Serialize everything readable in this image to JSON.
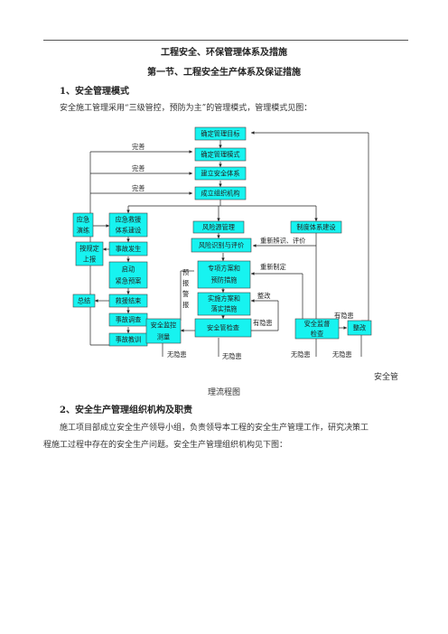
{
  "title": "工程安全、环保管理体系及措施",
  "subtitle": "第一节、工程安全生产体系及保证措施",
  "section1": {
    "heading": "1、安全管理模式",
    "para": "安全施工管理采用“三级管控，预防为主”的管理模式，管理模式见图："
  },
  "flow": {
    "boxes": {
      "b1": [
        "确定管理目标"
      ],
      "b2": [
        "确定管理模式"
      ],
      "b3": [
        "建立安全体系"
      ],
      "b4": [
        "成立组织机构"
      ],
      "drill": [
        "应急",
        "演练"
      ],
      "emsys": [
        "应急救援",
        "体系建设"
      ],
      "report": [
        "按规定",
        "上报"
      ],
      "accident": [
        "事故发生"
      ],
      "startplan": [
        "启动",
        "紧急预案"
      ],
      "summary": [
        "总结"
      ],
      "rescueend": [
        "救援结束"
      ],
      "investigate": [
        "事故调查"
      ],
      "education": [
        "事故教训"
      ],
      "risk": [
        "风险源管理"
      ],
      "identify": [
        "风险识别与评价"
      ],
      "special": [
        "专项方案和",
        "预防措施"
      ],
      "implement": [
        "实施方案和",
        "落实措施"
      ],
      "monitor": [
        "安全监控",
        "测量"
      ],
      "inspect": [
        "安全管检查"
      ],
      "sysbuild": [
        "制度体系建设"
      ],
      "supervise": [
        "安全监督",
        "检查"
      ],
      "rectify": [
        "整改"
      ]
    },
    "labels": {
      "perfect1": "完善",
      "perfect2": "完善",
      "perfect3": "完善",
      "reidentify": "重新辨识、评价",
      "reformulate": "重新制定",
      "rectify": "整改",
      "hazard1": "有隐患",
      "hazard2": "有隐患",
      "nohazard1": "无隐患",
      "nohazard2": "无隐患",
      "nohazard3": "无隐患",
      "nohazard4": "无隐患",
      "warn": [
        "预",
        "报",
        "警",
        "报"
      ]
    }
  },
  "caption": [
    "安全管",
    "理流程图"
  ],
  "section2": {
    "heading": "2、安全生产管理组织机构及职责",
    "para_line1": "施工项目部成立安全生产领导小组，负责领导本工程的安全生产管理工作，研究决策工",
    "para_line2": "程施工过程中存在的安全生产问题。安全生产管理组织机构见下图："
  }
}
